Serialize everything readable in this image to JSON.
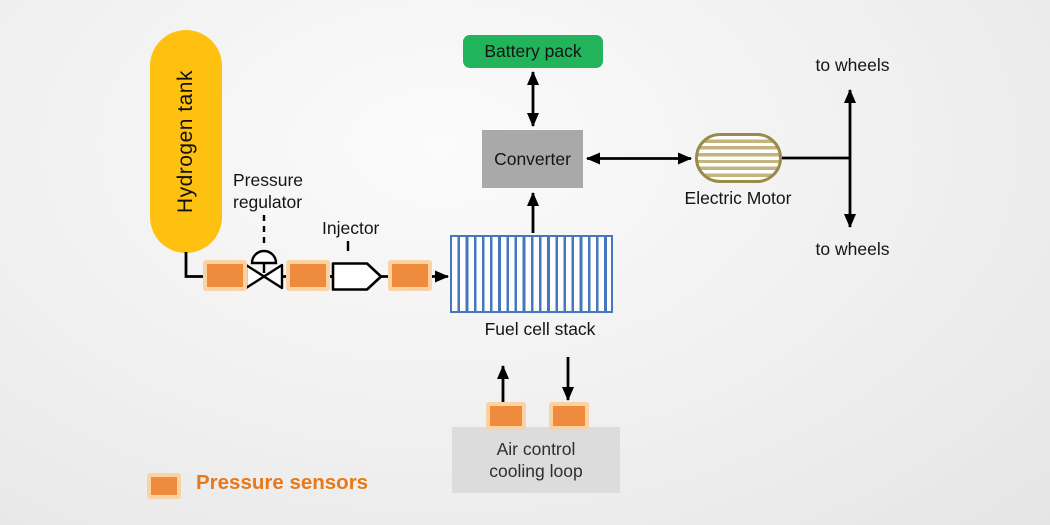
{
  "nodes": {
    "hydrogen_tank": {
      "label": "Hydrogen tank",
      "fill": "#FEC110"
    },
    "battery_pack": {
      "label": "Battery pack",
      "fill": "#21B45B"
    },
    "converter": {
      "label": "Converter",
      "fill": "#A9A9A9"
    },
    "fuel_cell_stack": {
      "label": "Fuel cell stack",
      "stripe_color": "#4576BE"
    },
    "electric_motor": {
      "label": "Electric Motor",
      "border_color": "#9A8A4C",
      "stripe_color": "#C3B47D"
    },
    "air_control": {
      "label": "Air control cooling loop",
      "fill": "#DCDCDC"
    }
  },
  "components": {
    "pressure_regulator": {
      "label": "Pressure regulator"
    },
    "injector": {
      "label": "Injector"
    }
  },
  "outputs": {
    "to_wheels_top": "to wheels",
    "to_wheels_bottom": "to wheels"
  },
  "legend": {
    "label": "Pressure sensors",
    "swatch_fill": "#EF8B3D",
    "swatch_border": "#FAD2A4",
    "text_color": "#E8791B"
  },
  "sensors": {
    "fuel_line_count": 3,
    "cooling_loop_count": 2
  },
  "edges": [
    {
      "from": "hydrogen_tank",
      "to": "fuel_cell_stack",
      "via": [
        "pressure_regulator",
        "injector"
      ],
      "direction": "one-way"
    },
    {
      "from": "fuel_cell_stack",
      "to": "converter",
      "direction": "one-way"
    },
    {
      "from": "battery_pack",
      "to": "converter",
      "direction": "two-way"
    },
    {
      "from": "converter",
      "to": "electric_motor",
      "direction": "two-way"
    },
    {
      "from": "electric_motor",
      "to": "wheels",
      "direction": "two-way-axle"
    },
    {
      "from": "air_control",
      "to": "fuel_cell_stack",
      "direction": "up"
    },
    {
      "from": "fuel_cell_stack",
      "to": "air_control",
      "direction": "down"
    }
  ]
}
